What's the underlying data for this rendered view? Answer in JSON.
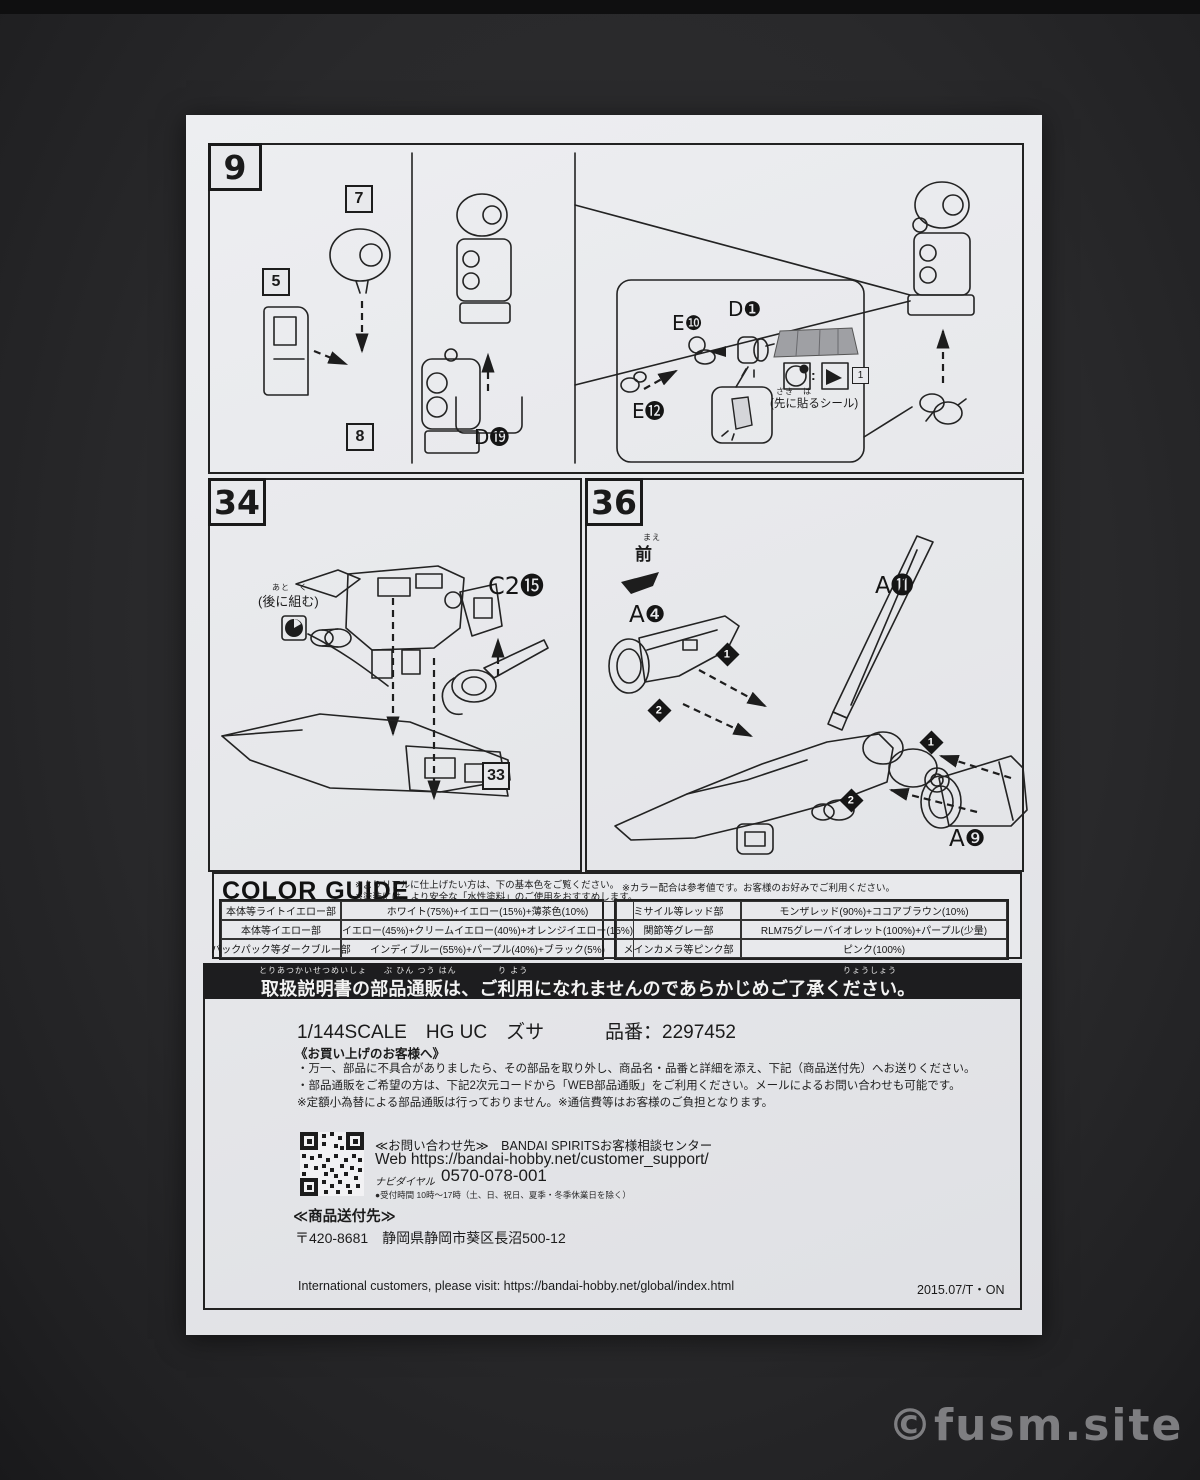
{
  "watermark": "©fusm.site",
  "steps": {
    "s9": {
      "num": "9",
      "p7": "7",
      "p5": "5",
      "p8": "8",
      "d19": "D⓳",
      "e10": "E❿",
      "d1": "D❶",
      "e12": "E⓬",
      "sticker_note": "(先に貼るシール)",
      "sticker_note_furi": "さき　は",
      "sticker_num": "1",
      "colon": ":"
    },
    "s34": {
      "num": "34",
      "later": "(後に組む)",
      "later_furi": "あと　く",
      "c2": "C2⓯",
      "ref": "33"
    },
    "s36": {
      "num": "36",
      "front": "前",
      "front_furi": "まえ",
      "a4": "A❹",
      "a11": "A⓫",
      "a9": "A❾",
      "d1": "1",
      "d2": "2"
    }
  },
  "color_guide": {
    "title": "COLOR GUIDE",
    "note1": "※よりリアルに仕上げたい方は、下の基本色をご覧ください。",
    "note2": "※塗装には、より安全な「水性塗料」のご使用をおすすめします。",
    "note3": "※カラー配合は参考値です。お客様のお好みでご利用ください。",
    "left": [
      {
        "label": "本体等ライトイエロー部",
        "value": "ホワイト(75%)+イエロー(15%)+薄茶色(10%)"
      },
      {
        "label": "本体等イエロー部",
        "value": "イエロー(45%)+クリームイエロー(40%)+オレンジイエロー(15%)"
      },
      {
        "label": "バックパック等ダークブルー部",
        "value": "インディブルー(55%)+パープル(40%)+ブラック(5%)"
      }
    ],
    "right": [
      {
        "label": "ミサイル等レッド部",
        "value": "モンザレッド(90%)+ココアブラウン(10%)"
      },
      {
        "label": "関節等グレー部",
        "value": "RLM75グレーバイオレット(100%)+パープル(少量)"
      },
      {
        "label": "メインカメラ等ピンク部",
        "value": "ピンク(100%)"
      }
    ]
  },
  "banner": {
    "text": "取扱説明書の部品通販は、ご利用になれませんのであらかじめご了承ください。",
    "furi1": "とりあつかいせつめいしょ",
    "furi2": "ぶ ひん つう はん",
    "furi3": "り よう",
    "furi4": "りょうしょう"
  },
  "product": {
    "title": "1/144SCALE　HG UC　ズサ",
    "code": "品番：2297452",
    "to_customer": "《お買い上げのお客様へ》",
    "line1": "・万一、部品に不具合がありましたら、その部品を取り外し、商品名・品番と詳細を添え、下記（商品送付先）へお送りください。",
    "line2": "・部品通販をご希望の方は、下記2次元コードから「WEB部品通販」をご利用ください。メールによるお問い合わせも可能です。",
    "line3": "※定額小為替による部品通販は行っておりません。※通信費等はお客様のご負担となります。"
  },
  "contact": {
    "inquiry": "≪お問い合わせ先≫　BANDAI SPIRITSお客様相談センター",
    "web": "Web https://bandai-hobby.net/customer_support/",
    "navi_label": "ナビダイヤル",
    "phone": "0570-078-001",
    "hours": "●受付時間 10時～17時（土、日、祝日、夏季・冬季休業日を除く）",
    "ship_title": "≪商品送付先≫",
    "address": "〒420-8681　静岡県静岡市葵区長沼500-12"
  },
  "footer": {
    "intl": "International customers, please visit: https://bandai-hobby.net/global/index.html",
    "date_code": "2015.07/T・ON"
  }
}
